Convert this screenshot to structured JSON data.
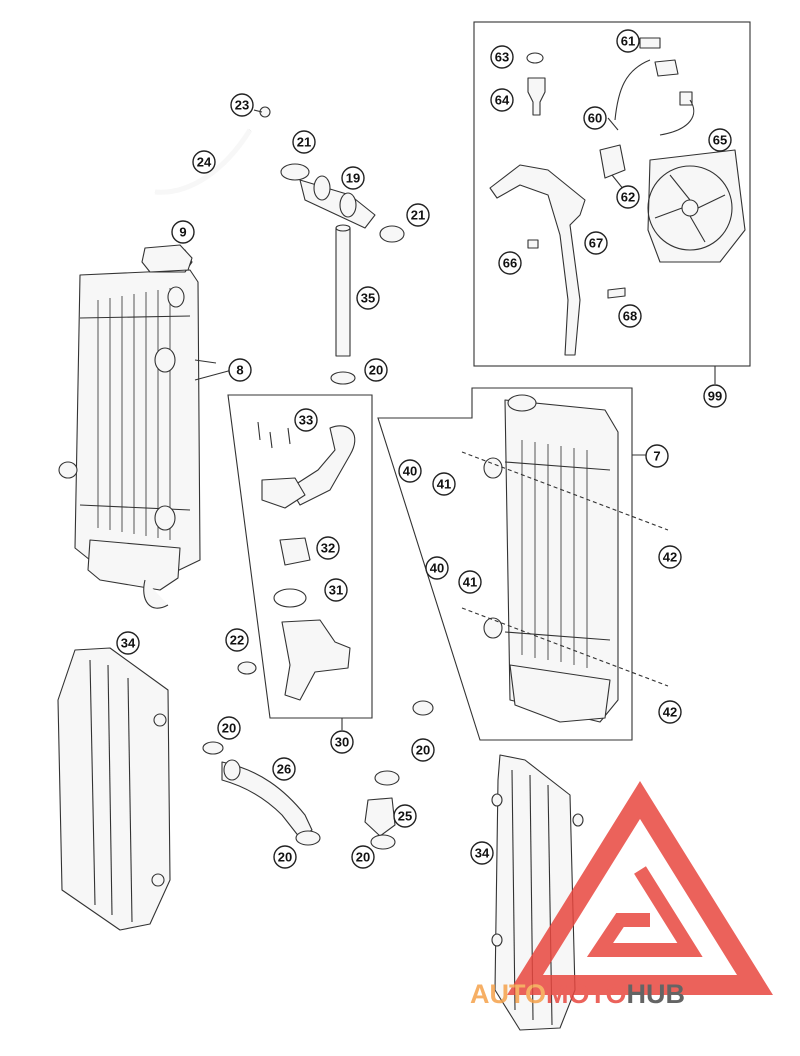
{
  "callouts": [
    {
      "id": "c63",
      "label": "63"
    },
    {
      "id": "c61",
      "label": "61"
    },
    {
      "id": "c64",
      "label": "64"
    },
    {
      "id": "c60",
      "label": "60"
    },
    {
      "id": "c65",
      "label": "65"
    },
    {
      "id": "c62",
      "label": "62"
    },
    {
      "id": "c67",
      "label": "67"
    },
    {
      "id": "c66",
      "label": "66"
    },
    {
      "id": "c68",
      "label": "68"
    },
    {
      "id": "c99",
      "label": "99"
    },
    {
      "id": "c23",
      "label": "23"
    },
    {
      "id": "c21a",
      "label": "21"
    },
    {
      "id": "c24",
      "label": "24"
    },
    {
      "id": "c19",
      "label": "19"
    },
    {
      "id": "c21b",
      "label": "21"
    },
    {
      "id": "c9",
      "label": "9"
    },
    {
      "id": "c35",
      "label": "35"
    },
    {
      "id": "c8",
      "label": "8"
    },
    {
      "id": "c20a",
      "label": "20"
    },
    {
      "id": "c33",
      "label": "33"
    },
    {
      "id": "c7",
      "label": "7"
    },
    {
      "id": "c40a",
      "label": "40"
    },
    {
      "id": "c41a",
      "label": "41"
    },
    {
      "id": "c42a",
      "label": "42"
    },
    {
      "id": "c32",
      "label": "32"
    },
    {
      "id": "c40b",
      "label": "40"
    },
    {
      "id": "c41b",
      "label": "41"
    },
    {
      "id": "c31",
      "label": "31"
    },
    {
      "id": "c34a",
      "label": "34"
    },
    {
      "id": "c22",
      "label": "22"
    },
    {
      "id": "c42b",
      "label": "42"
    },
    {
      "id": "c30",
      "label": "30"
    },
    {
      "id": "c20b",
      "label": "20"
    },
    {
      "id": "c20c",
      "label": "20"
    },
    {
      "id": "c26",
      "label": "26"
    },
    {
      "id": "c25",
      "label": "25"
    },
    {
      "id": "c34b",
      "label": "34"
    },
    {
      "id": "c20d",
      "label": "20"
    },
    {
      "id": "c20e",
      "label": "20"
    }
  ],
  "watermark": {
    "part1": "AUTO",
    "part2": "MOTO",
    "part3": "HUB",
    "color_red": "#e8473f",
    "color_orange": "#f5a24b",
    "color_dark": "#4a4a4a"
  }
}
